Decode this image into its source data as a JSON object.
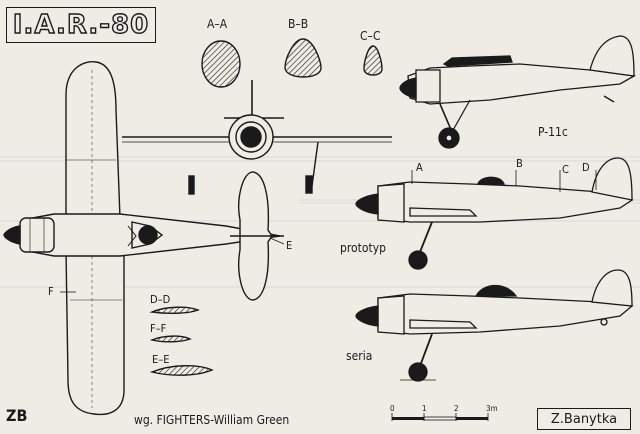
{
  "title": "I.A.R.-80",
  "section_labels": {
    "aa": "A–A",
    "bb": "B–B",
    "cc": "C–C",
    "dd": "D–D",
    "ff": "F–F",
    "ee": "E–E"
  },
  "station_markers": {
    "a": "A",
    "b": "B",
    "c": "C",
    "d": "D",
    "e": "E",
    "f": "F"
  },
  "aircraft_labels": {
    "p11c": "P-11c",
    "prototype": "prototyp",
    "series": "seria"
  },
  "source_credit": "wg. FIGHTERS-William Green",
  "author": "Z.Banytka",
  "monogram": "ZB",
  "scale": {
    "ticks": [
      "0",
      "1",
      "2",
      "3m"
    ]
  },
  "colors": {
    "paper": "#efece6",
    "ink": "#1a1a1a",
    "guide_line": "#b9c2cc"
  }
}
